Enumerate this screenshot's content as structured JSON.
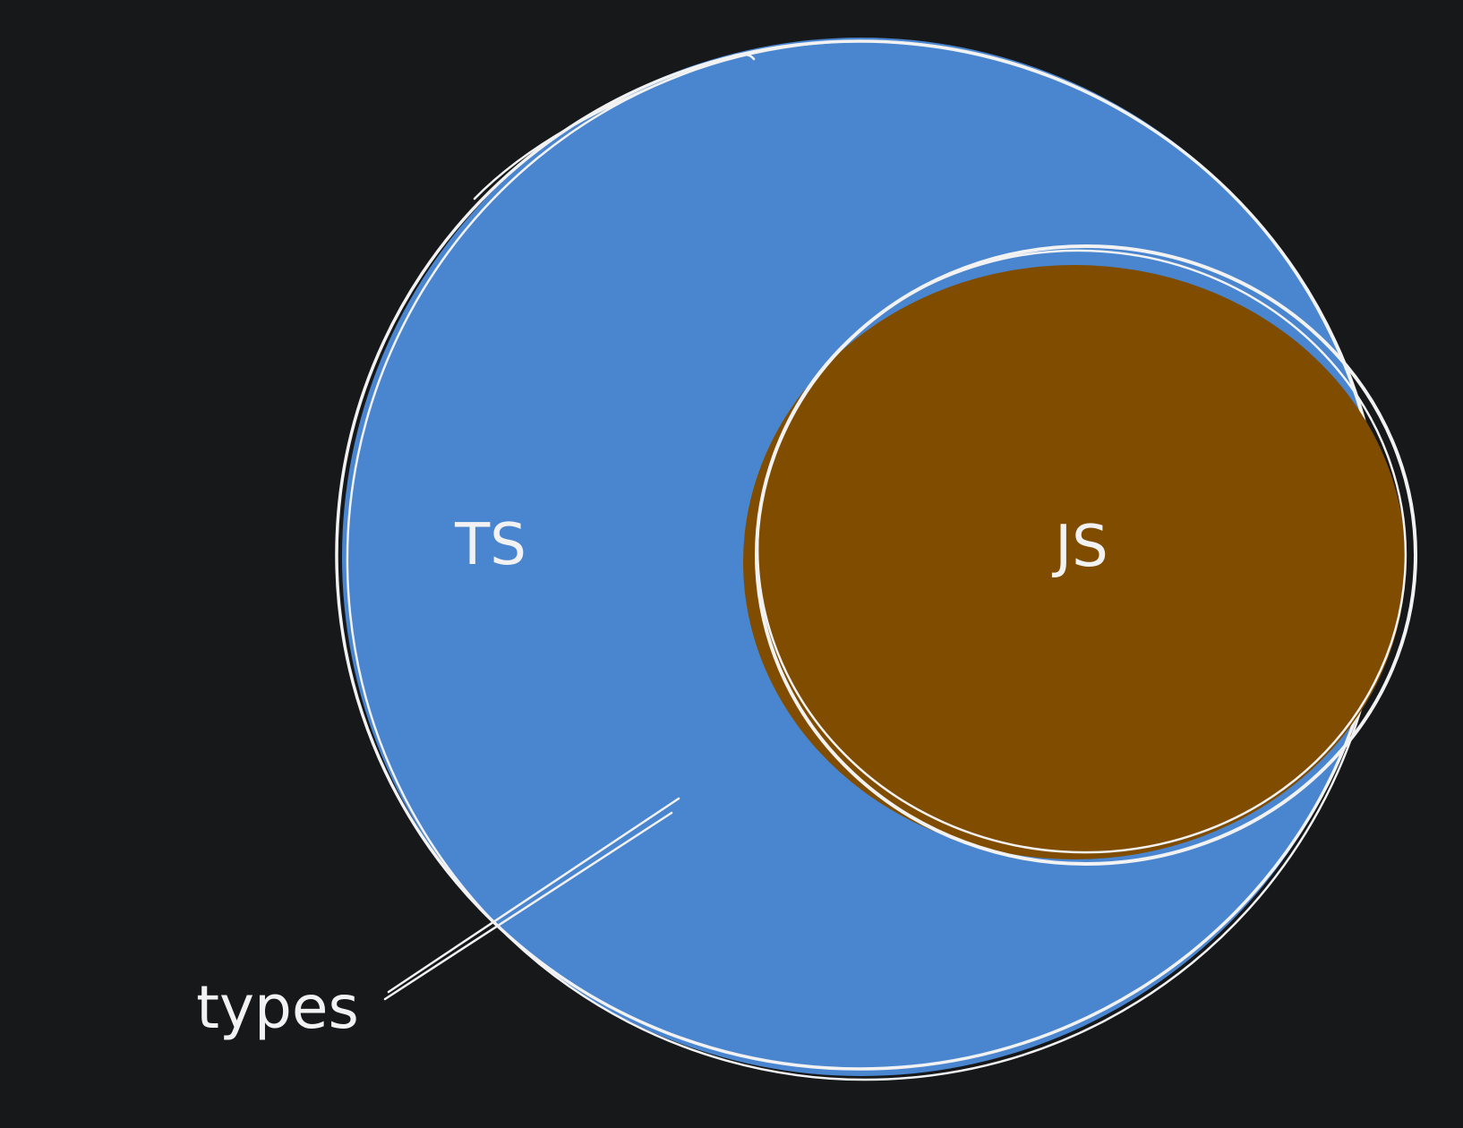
{
  "diagram": {
    "background_color": "#17181a",
    "stroke_color": "#f2f2f2",
    "outer_set": {
      "label": "TS",
      "fill_color": "#4a86d0"
    },
    "inner_set": {
      "label": "JS",
      "fill_color": "#7f4c00"
    },
    "annotation": {
      "label": "types"
    }
  }
}
